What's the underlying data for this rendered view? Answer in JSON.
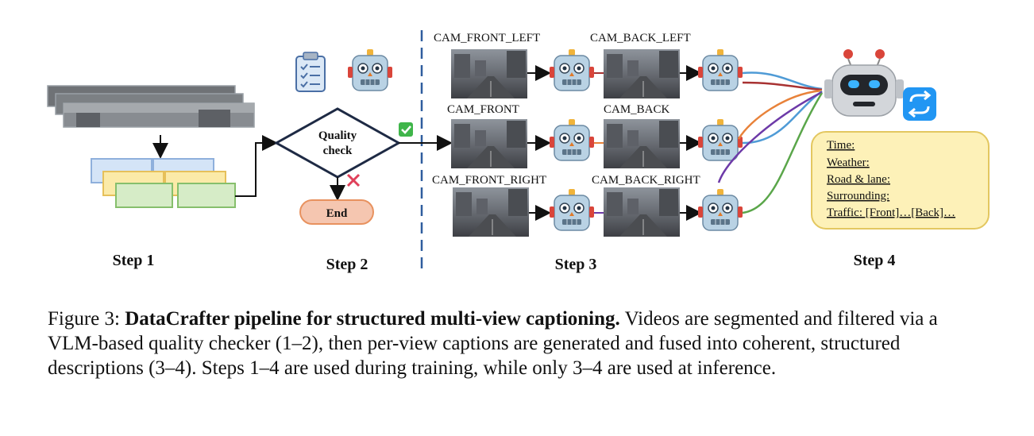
{
  "step1": {
    "label": "Step 1"
  },
  "step2": {
    "label": "Step 2",
    "decision_line1": "Quality",
    "decision_line2": "check",
    "end_label": "End"
  },
  "step3": {
    "label": "Step 3",
    "cams": [
      "CAM_FRONT_LEFT",
      "CAM_BACK_LEFT",
      "CAM_FRONT",
      "CAM_BACK",
      "CAM_FRONT_RIGHT",
      "CAM_BACK_RIGHT"
    ]
  },
  "step4": {
    "label": "Step 4",
    "fields": [
      "Time:",
      "Weather:",
      "Road & lane:",
      "Surrounding:",
      "Traffic: [Front]…[Back]…"
    ]
  },
  "caption": {
    "prefix": "Figure 3: ",
    "title": "DataCrafter pipeline for structured multi-view captioning.",
    "body": " Videos are segmented and filtered via a VLM-based quality checker (1–2), then per-view captions are generated and fused into coherent, structured descriptions (3–4). Steps 1–4 are used during training, while only 3–4 are used at inference."
  },
  "colors": {
    "accent_orange": "#e8823a",
    "accent_red": "#a83232",
    "accent_blue": "#4f9bd6",
    "accent_purple": "#6d3aa8",
    "accent_green": "#5aa64a",
    "diamond_stroke": "#1e2a44",
    "end_fill": "#f5c6b0",
    "text_box_fill": "#fdf1b8"
  }
}
